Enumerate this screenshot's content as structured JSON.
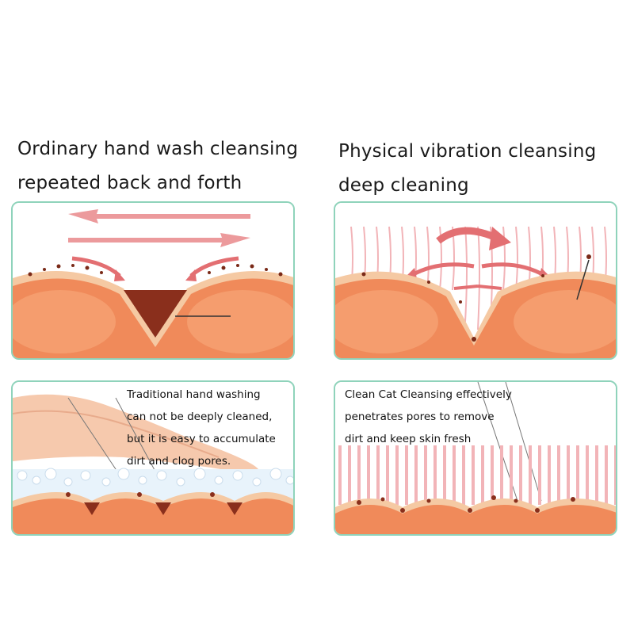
{
  "left_heading": {
    "line1": "Ordinary hand wash cleansing",
    "line2": "repeated back and forth"
  },
  "right_heading": {
    "line1": "Physical vibration cleansing",
    "line2": "deep cleaning"
  },
  "bottom_left_caption": {
    "line1": "Traditional hand washing",
    "line2": "can not be deeply cleaned,",
    "line3": "but it is easy to accumulate",
    "line4": "dirt and clog pores."
  },
  "bottom_right_caption": {
    "line1": "Clean Cat Cleansing effectively",
    "line2": "penetrates pores to remove",
    "line3": "dirt and keep skin fresh"
  },
  "colors": {
    "panel_border": "#8fd3bb",
    "skin": "#f08a5a",
    "dirt": "#8a2f1c",
    "arrow": "#e36f72",
    "stripe": "#f2b4b8"
  }
}
